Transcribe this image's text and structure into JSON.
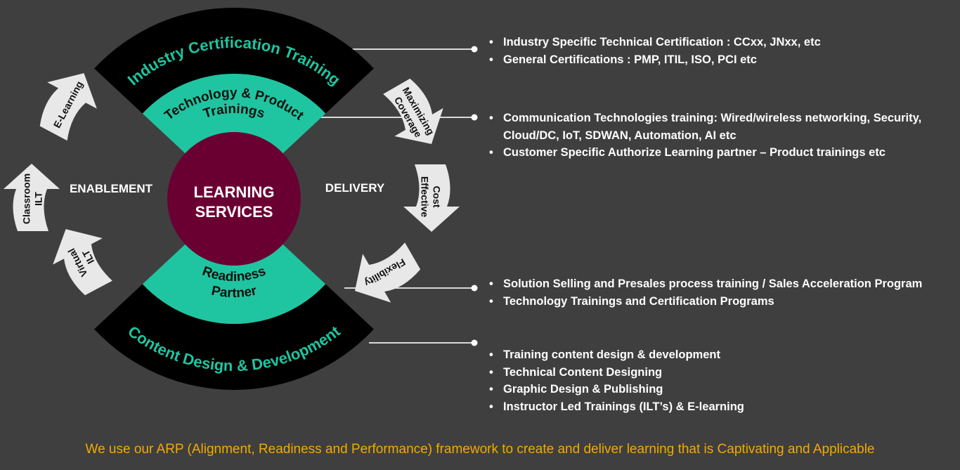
{
  "colors": {
    "background": "#3f3f3f",
    "outer_ring": "#000000",
    "inner_ring": "#1fc5a0",
    "center": "#6a0032",
    "arrow": "#e8e8e8",
    "footer_text": "#f2a900"
  },
  "diagram": {
    "center_lines": [
      "LEARNING",
      "SERVICES"
    ],
    "outer_top_label": "Industry Certification Training",
    "outer_bottom_label": "Content Design & Development",
    "inner_top_lines": [
      "Technology & Product",
      "Trainings"
    ],
    "inner_bottom_lines": [
      "Partner",
      "Readiness"
    ],
    "left_label": "ENABLEMENT",
    "right_label": "DELIVERY",
    "left_arrows": [
      {
        "lines": [
          "E-Learning"
        ]
      },
      {
        "lines": [
          "Classroom",
          "ILT"
        ]
      },
      {
        "lines": [
          "Virtual",
          "ILT"
        ]
      }
    ],
    "right_arrows": [
      {
        "lines": [
          "Maximizing",
          "Coverage"
        ]
      },
      {
        "lines": [
          "Cost",
          "Effective"
        ]
      },
      {
        "lines": [
          "Flexibility"
        ]
      }
    ]
  },
  "bullet_groups": [
    {
      "items": [
        "Industry Specific Technical Certification : CCxx, JNxx, etc",
        "General Certifications : PMP, ITIL, ISO, PCI etc"
      ]
    },
    {
      "items": [
        "Communication Technologies  training: Wired/wireless networking, Security,\nCloud/DC, IoT, SDWAN, Automation, AI etc",
        "Customer Specific Authorize Learning partner – Product  trainings etc"
      ]
    },
    {
      "items": [
        "Solution Selling  and Presales process training / Sales Acceleration Program",
        "Technology Trainings and Certification Programs"
      ]
    },
    {
      "items": [
        "Training content design & development",
        "Technical Content Designing",
        "Graphic Design & Publishing",
        "Instructor Led Trainings (ILT’s) & E-learning"
      ]
    }
  ],
  "footer": "We use our ARP (Alignment, Readiness and Performance) framework to create and deliver learning that is Captivating and Applicable"
}
